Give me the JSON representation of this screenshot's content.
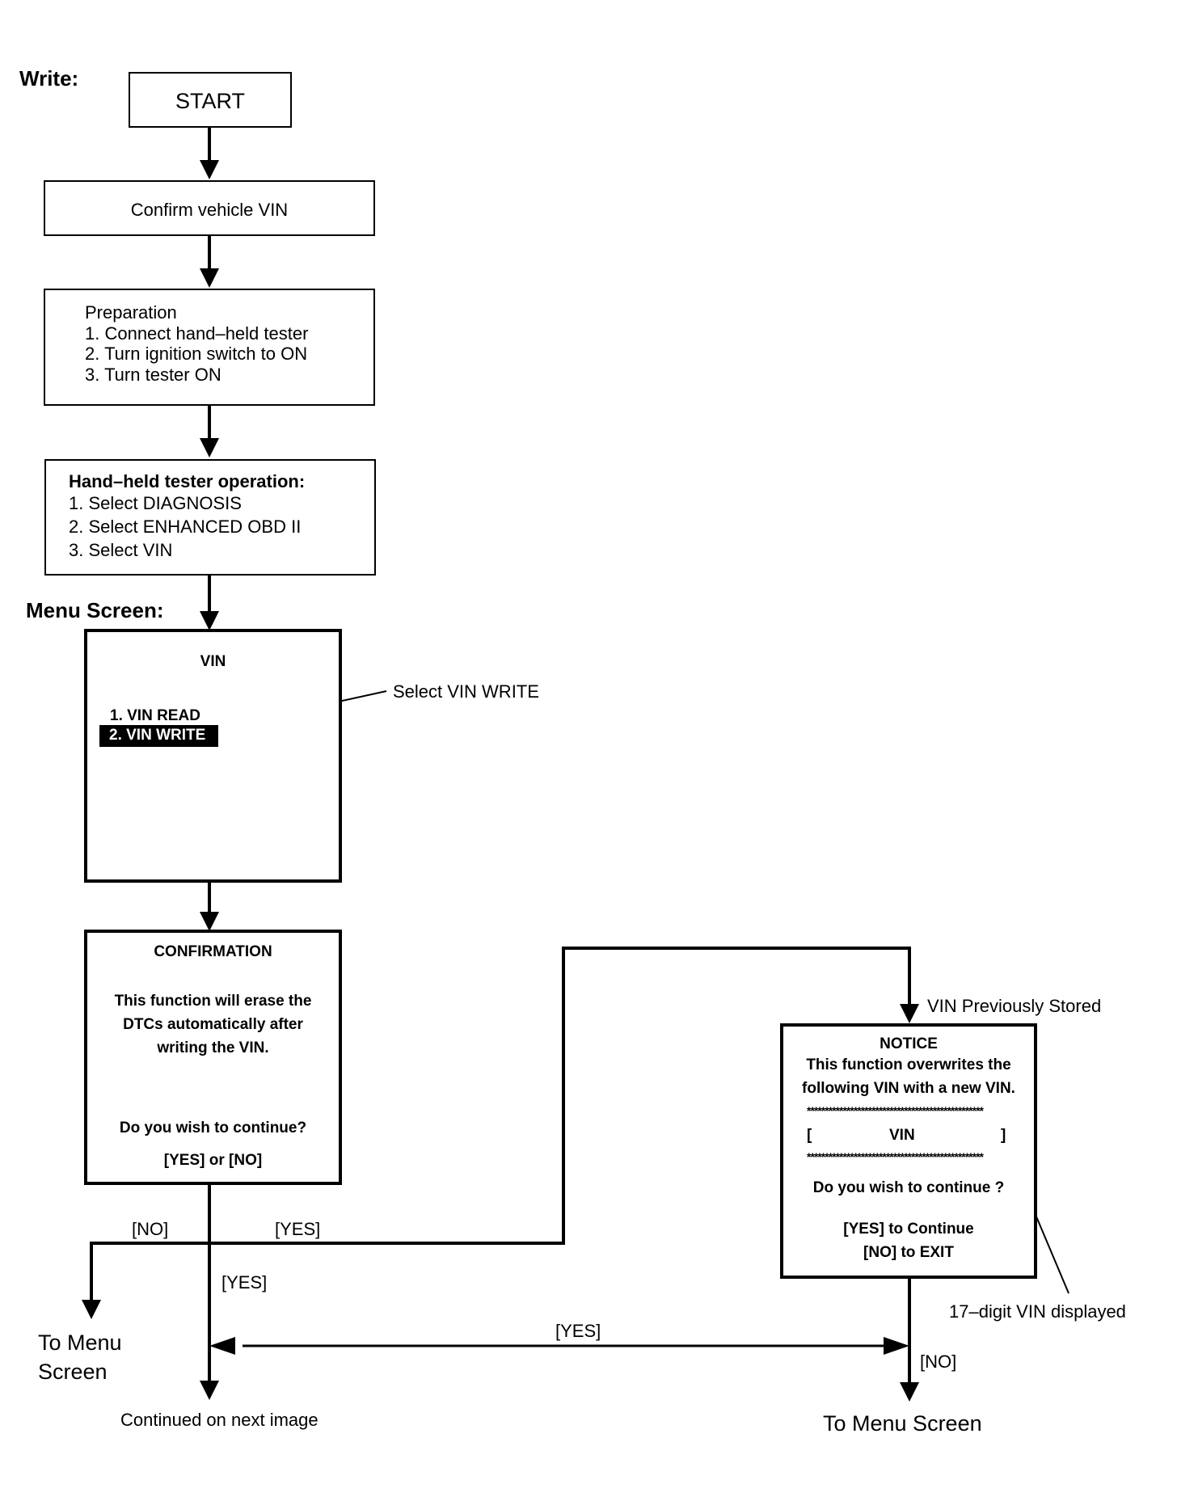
{
  "headings": {
    "write": "Write:",
    "menu_screen": "Menu Screen:"
  },
  "start_box": {
    "label": "START"
  },
  "confirm_box": {
    "label": "Confirm vehicle VIN"
  },
  "prep_box": {
    "title": "Preparation",
    "steps": [
      "1. Connect hand–held tester",
      "2. Turn ignition switch to ON",
      "3. Turn tester ON"
    ]
  },
  "tester_box": {
    "title": "Hand–held tester operation:",
    "steps": [
      "1. Select DIAGNOSIS",
      "2. Select ENHANCED OBD II",
      "3. Select VIN"
    ]
  },
  "vin_menu": {
    "title": "VIN",
    "items": [
      "1. VIN READ",
      "2. VIN WRITE"
    ],
    "callout": "Select VIN WRITE"
  },
  "confirmation": {
    "title": "CONFIRMATION",
    "message": [
      "This function will erase the",
      "DTCs automatically after",
      "writing the VIN."
    ],
    "question": "Do you wish to continue?",
    "options": "[YES] or [NO]"
  },
  "notice": {
    "title": "NOTICE",
    "message": [
      "This function overwrites the",
      "following VIN with a new VIN."
    ],
    "stars": "*************************************************",
    "bracket_open": "[",
    "vin": "VIN",
    "bracket_close": "]",
    "question": "Do you wish to continue ?",
    "continue": "[YES] to Continue",
    "exit": "[NO] to EXIT",
    "previously_stored": "VIN Previously Stored",
    "vin_displayed": "17–digit VIN displayed"
  },
  "flow_labels": {
    "no": "[NO]",
    "yes": "[YES]",
    "to_menu_left": [
      "To Menu",
      "Screen"
    ],
    "to_menu_right": "To Menu Screen",
    "continued": "Continued on next image"
  }
}
